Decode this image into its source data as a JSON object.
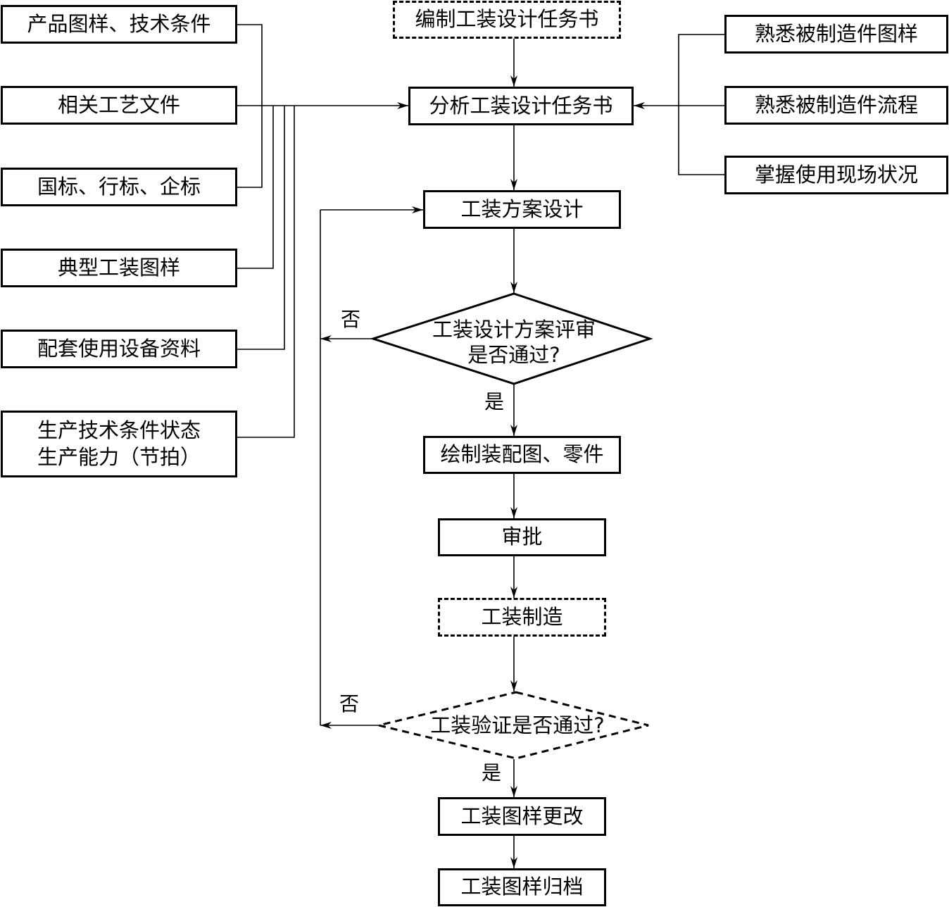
{
  "inputs_left": [
    {
      "label": "产品图样、技术条件"
    },
    {
      "label": "相关工艺文件"
    },
    {
      "label": "国标、行标、企标"
    },
    {
      "label": "典型工装图样"
    },
    {
      "label": "配套使用设备资料"
    },
    {
      "label_line1": "生产技术条件状态",
      "label_line2": "生产能力（节拍）"
    }
  ],
  "inputs_right": [
    {
      "label": "熟悉被制造件图样"
    },
    {
      "label": "熟悉被制造件流程"
    },
    {
      "label": "掌握使用现场状况"
    }
  ],
  "flow": {
    "task_book": "编制工装设计任务书",
    "analyze": "分析工装设计任务书",
    "scheme_design": "工装方案设计",
    "review_line1": "工装设计方案评审",
    "review_line2": "是否通过?",
    "drawing": "绘制装配图、零件",
    "approval": "审批",
    "manufacture": "工装制造",
    "verify": "工装验证是否通过?",
    "modify": "工装图样更改",
    "archive": "工装图样归档"
  },
  "branch_labels": {
    "review_no": "否",
    "review_yes": "是",
    "verify_no": "否",
    "verify_yes": "是"
  }
}
